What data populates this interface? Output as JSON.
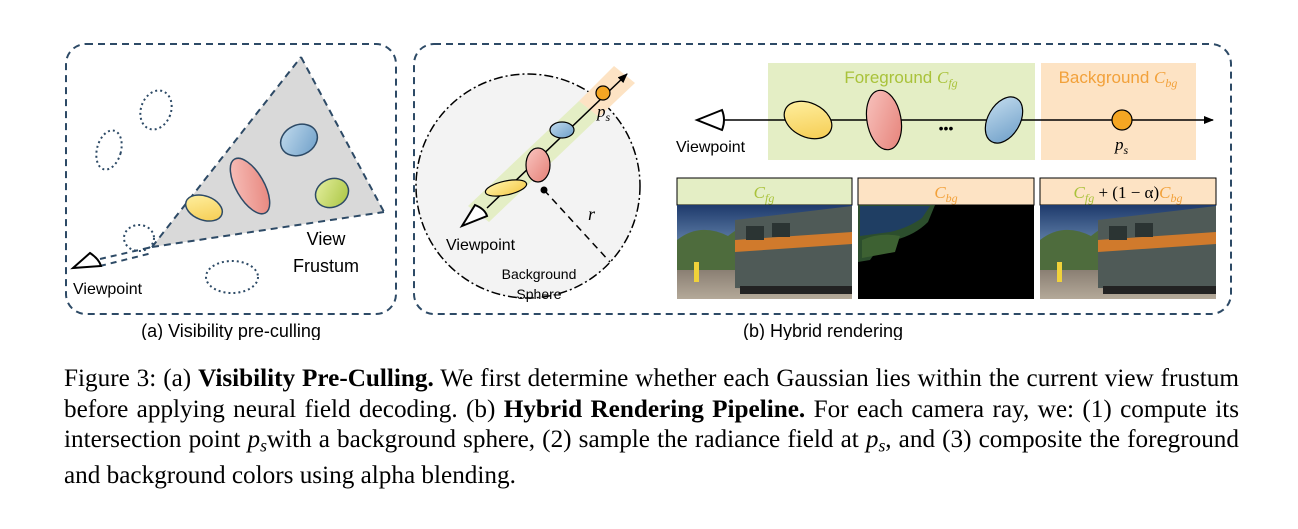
{
  "panel_a": {
    "viewpoint_label": "Viewpoint",
    "frustum_label_line1": "View",
    "frustum_label_line2": "Frustum",
    "subcaption": "(a) Visibility pre-culling"
  },
  "panel_b": {
    "left": {
      "point_label": "p",
      "point_sub": "s",
      "radius_label": "r",
      "viewpoint_label": "Viewpoint",
      "sphere_label_line1": "Background",
      "sphere_label_line2": "Sphere"
    },
    "right": {
      "foreground_label": "Foreground ",
      "foreground_symbol": "C",
      "foreground_sub": "fg",
      "background_label": "Background ",
      "background_symbol": "C",
      "background_sub": "bg",
      "ellipsis": "•••",
      "point_label": "p",
      "point_sub": "s",
      "viewpoint_label": "Viewpoint",
      "panel1_symbol": "C",
      "panel1_sub": "fg",
      "panel2_symbol": "C",
      "panel2_sub": "bg",
      "panel3_fg_symbol": "C",
      "panel3_fg_sub": "fg",
      "panel3_mid": " + (1 − α)",
      "panel3_bg_symbol": "C",
      "panel3_bg_sub": "bg"
    },
    "subcaption": "(b) Hybrid rendering"
  },
  "colors": {
    "foreground_green": "#a9c23a",
    "background_orange": "#f2a13a",
    "foreground_bg": "#e4eec5",
    "background_bg": "#fde3c4",
    "border_dash": "#2d4a66"
  },
  "caption": {
    "label": "Figure 3: ",
    "a_marker": "(a) ",
    "a_title": "Visibility Pre-Culling.",
    "a_text": " We first determine whether each Gaussian lies within the current view frustum before applying neural field decoding. ",
    "b_marker": "(b) ",
    "b_title": "Hybrid Rendering Pipeline.",
    "b_text1": " For each camera ray, we: (1) compute its intersection point ",
    "math_p": "p",
    "math_s": "s",
    "b_text2": "with a background sphere, (2) sample the radiance field at ",
    "b_text3": ", and (3) composite the foreground and background colors using alpha blending."
  }
}
